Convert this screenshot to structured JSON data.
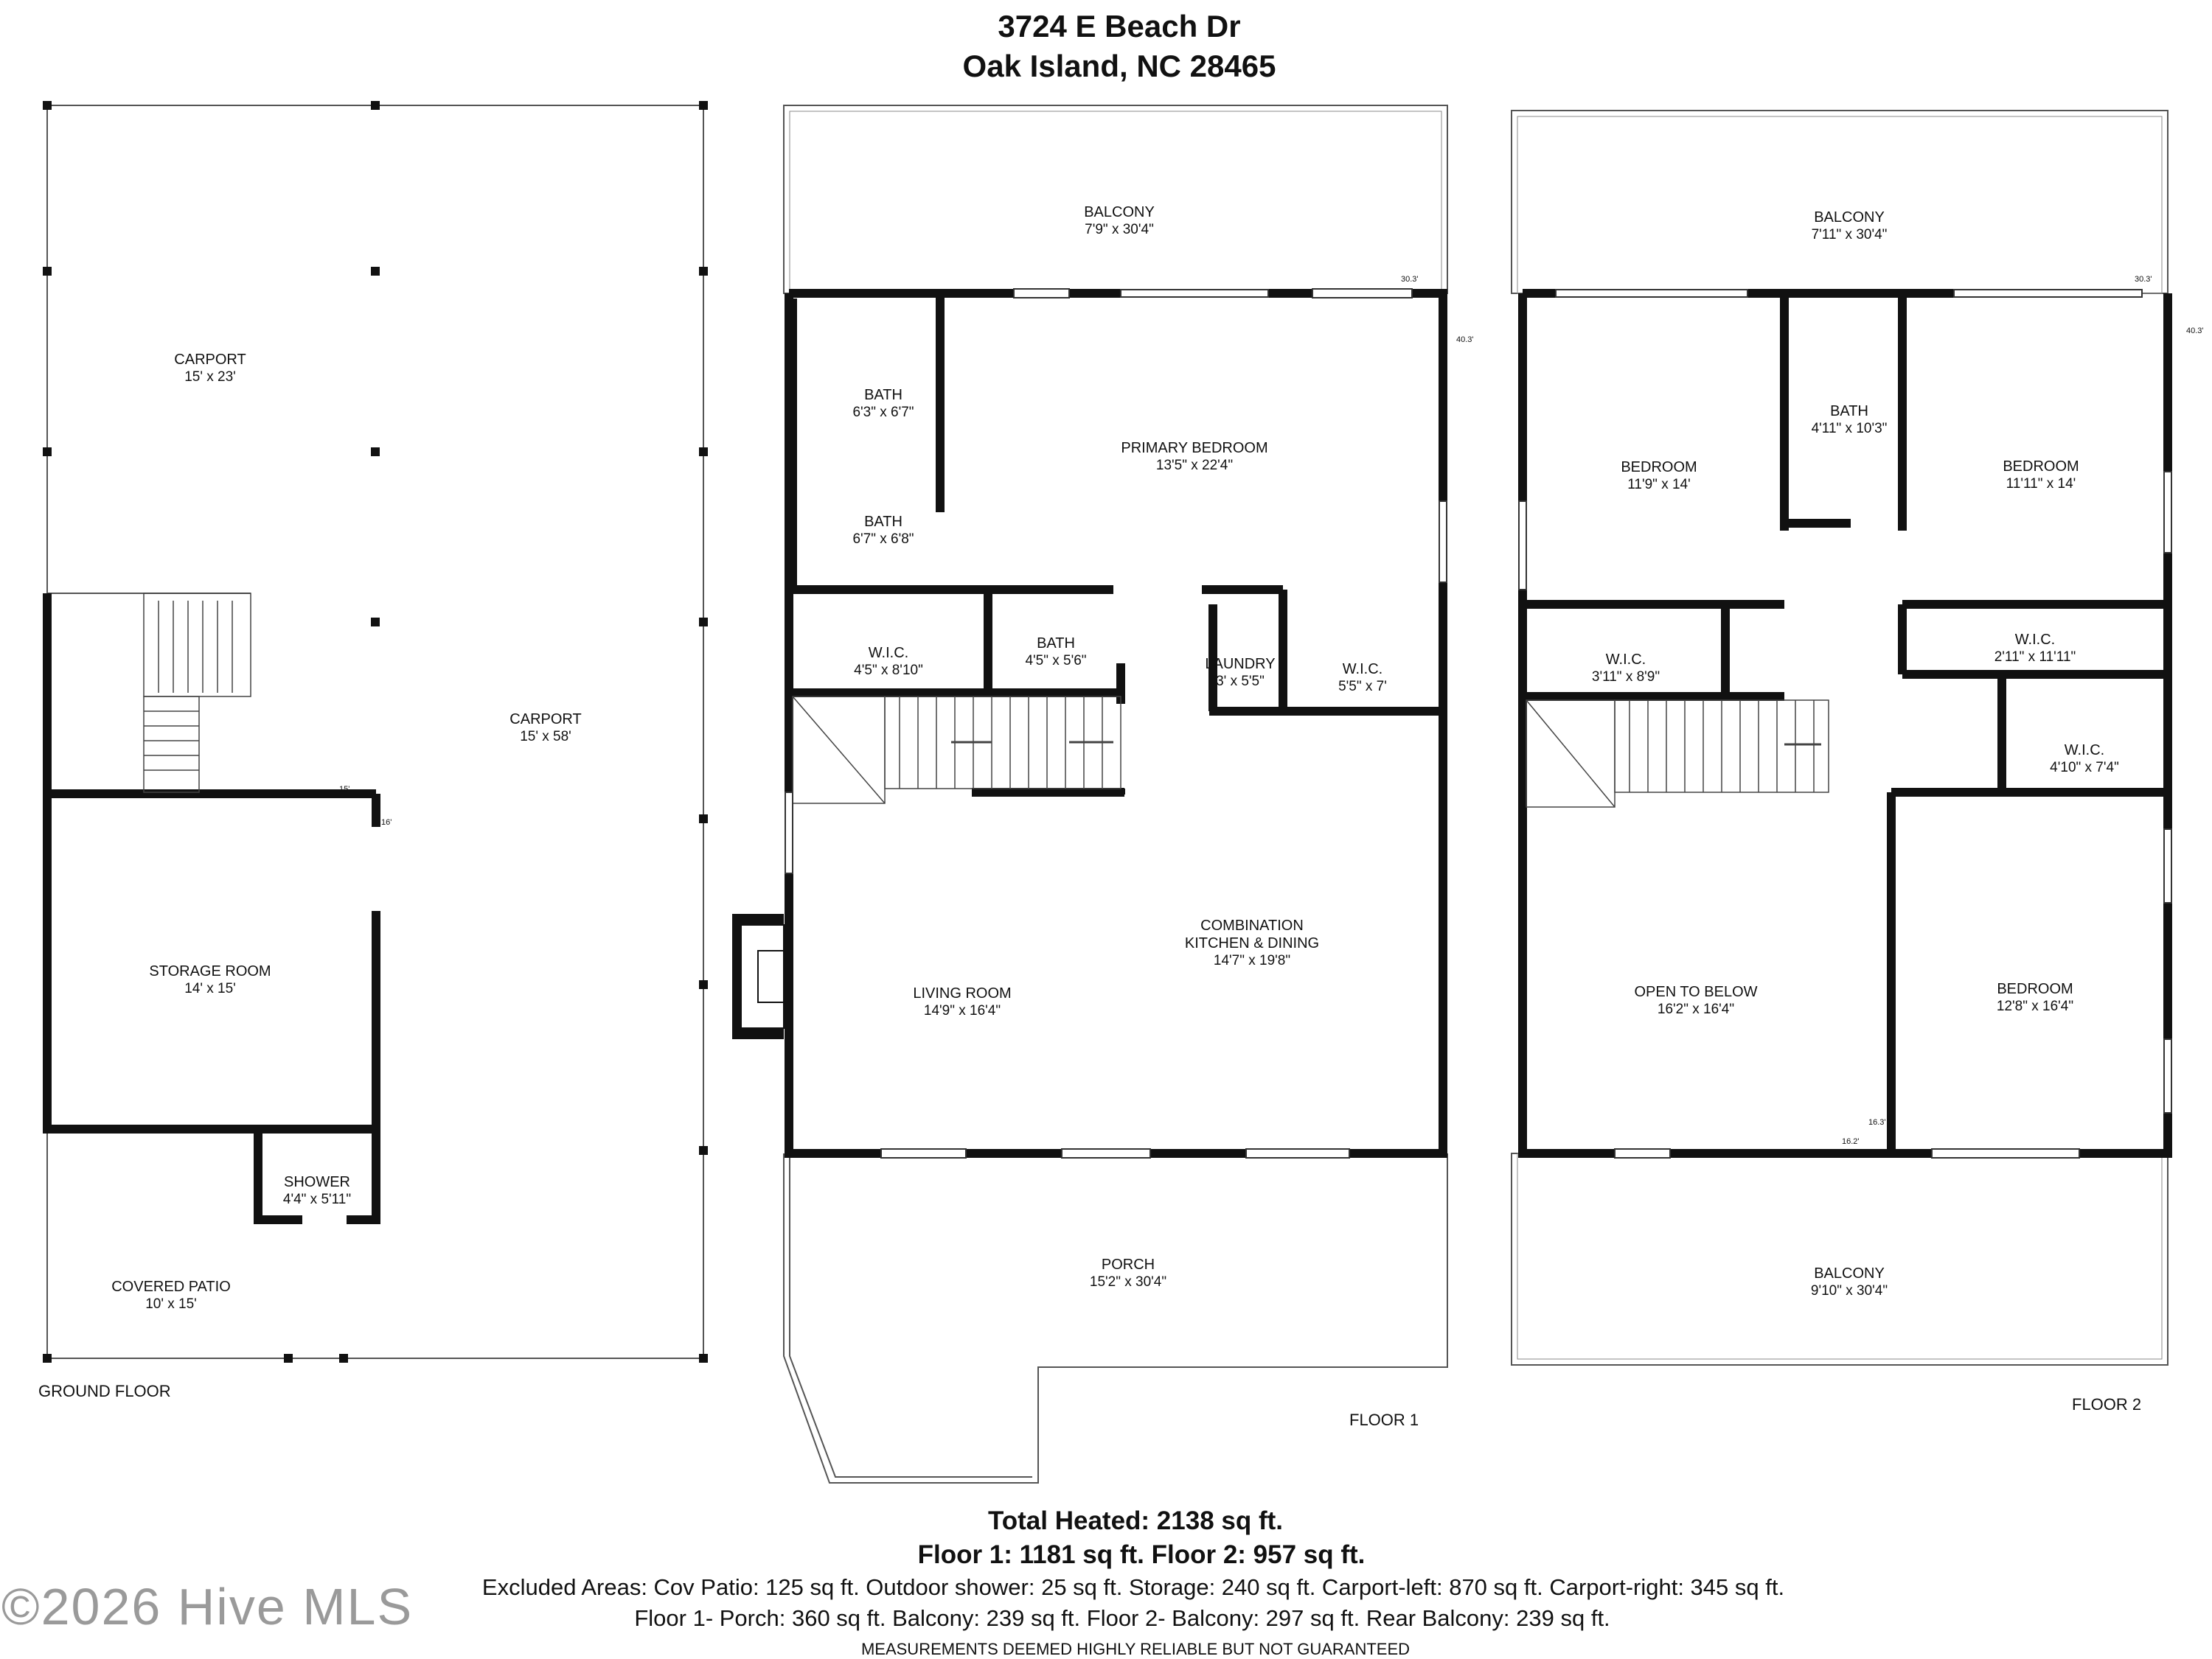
{
  "header": {
    "line1": "3724 E Beach Dr",
    "line2": "Oak Island, NC 28465"
  },
  "ground_floor": {
    "label": "GROUND FLOOR",
    "rooms": [
      {
        "name": "CARPORT",
        "dims": "15' x 23'"
      },
      {
        "name": "CARPORT",
        "dims": "15' x 58'"
      },
      {
        "name": "STORAGE ROOM",
        "dims": "14' x 15'"
      },
      {
        "name": "SHOWER",
        "dims": "4'4\" x 5'11\""
      },
      {
        "name": "COVERED PATIO",
        "dims": "10' x 15'"
      }
    ],
    "marks": [
      "15'",
      "16'"
    ]
  },
  "floor1": {
    "label": "FLOOR 1",
    "rooms": [
      {
        "name": "BALCONY",
        "dims": "7'9\" x 30'4\""
      },
      {
        "name": "BATH",
        "dims": "6'3\" x 6'7\""
      },
      {
        "name": "PRIMARY BEDROOM",
        "dims": "13'5\" x 22'4\""
      },
      {
        "name": "BATH",
        "dims": "6'7\" x 6'8\""
      },
      {
        "name": "W.I.C.",
        "dims": "4'5\" x 8'10\""
      },
      {
        "name": "BATH",
        "dims": "4'5\" x 5'6\""
      },
      {
        "name": "LAUNDRY",
        "dims": "3' x 5'5\""
      },
      {
        "name": "W.I.C.",
        "dims": "5'5\" x 7'"
      },
      {
        "name": "COMBINATION",
        "name2": "KITCHEN & DINING",
        "dims": "14'7\" x 19'8\""
      },
      {
        "name": "LIVING ROOM",
        "dims": "14'9\" x 16'4\""
      },
      {
        "name": "PORCH",
        "dims": "15'2\" x 30'4\""
      }
    ],
    "marks": [
      "30.3'",
      "40.3'"
    ]
  },
  "floor2": {
    "label": "FLOOR 2",
    "rooms": [
      {
        "name": "BALCONY",
        "dims": "7'11\" x 30'4\""
      },
      {
        "name": "BEDROOM",
        "dims": "11'9\" x 14'"
      },
      {
        "name": "BATH",
        "dims": "4'11\" x 10'3\""
      },
      {
        "name": "BEDROOM",
        "dims": "11'11\" x 14'"
      },
      {
        "name": "W.I.C.",
        "dims": "3'11\" x 8'9\""
      },
      {
        "name": "W.I.C.",
        "dims": "2'11\" x 11'11\""
      },
      {
        "name": "W.I.C.",
        "dims": "4'10\" x 7'4\""
      },
      {
        "name": "OPEN TO BELOW",
        "dims": "16'2\" x 16'4\""
      },
      {
        "name": "BEDROOM",
        "dims": "12'8\" x 16'4\""
      },
      {
        "name": "BALCONY",
        "dims": "9'10\" x 30'4\""
      }
    ],
    "marks": [
      "30.3'",
      "40.3'",
      "16.3'",
      "16.2'"
    ]
  },
  "summary": {
    "total": "Total Heated: 2138 sq ft.",
    "floors": "Floor 1: 1181 sq ft. Floor 2: 957 sq ft.",
    "excluded1": "Excluded Areas: Cov Patio: 125 sq ft.  Outdoor shower: 25 sq ft. Storage: 240 sq ft. Carport-left: 870 sq ft. Carport-right: 345 sq ft.",
    "excluded2": "Floor 1- Porch: 360 sq ft. Balcony: 239 sq ft.  Floor 2- Balcony: 297 sq ft. Rear Balcony: 239 sq ft.",
    "disclaimer": "MEASUREMENTS DEEMED HIGHLY RELIABLE BUT NOT GUARANTEED"
  },
  "watermark": "©2026 Hive MLS"
}
